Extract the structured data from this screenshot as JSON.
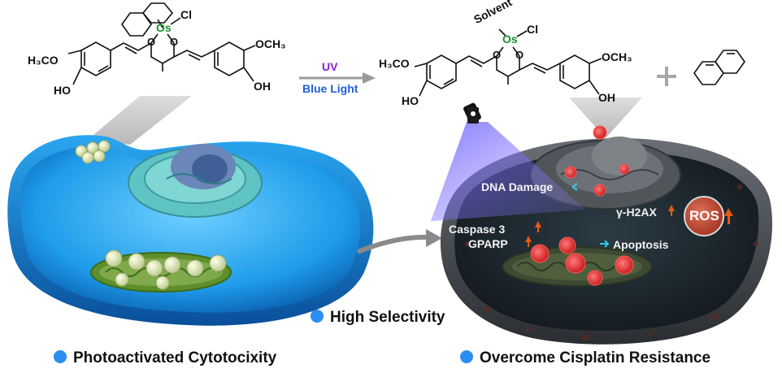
{
  "reactant": {
    "h3co": "H₃CO",
    "ho": "HO",
    "och3": "OCH₃",
    "oh": "OH",
    "os": "Os",
    "cl": "Cl"
  },
  "conditions": {
    "uv": "UV",
    "blue_light": "Blue Light"
  },
  "product": {
    "solvent": "Solvent",
    "h3co": "H₃CO",
    "ho": "HO",
    "och3": "OCH₃",
    "oh": "OH",
    "os": "Os",
    "cl": "Cl"
  },
  "cell_labels": {
    "dna_damage": "DNA Damage",
    "h2ax": "γ-H2AX",
    "ros": "ROS",
    "caspase": "Caspase 3",
    "gparp": "GPARP",
    "apoptosis": "Apoptosis"
  },
  "legend": {
    "high_selectivity": "High Selectivity",
    "photoactivated": "Photoactivated Cytotocixity",
    "overcome": "Overcome Cisplatin Resistance"
  },
  "colors": {
    "legend_dot": "#2a8ff0",
    "cell_blue": "#1e9bea",
    "cell_dark": "#3a3d42",
    "red_particle": "#e02020",
    "up_arrow": "#e85a10",
    "blue_light": "#6a5cff"
  }
}
